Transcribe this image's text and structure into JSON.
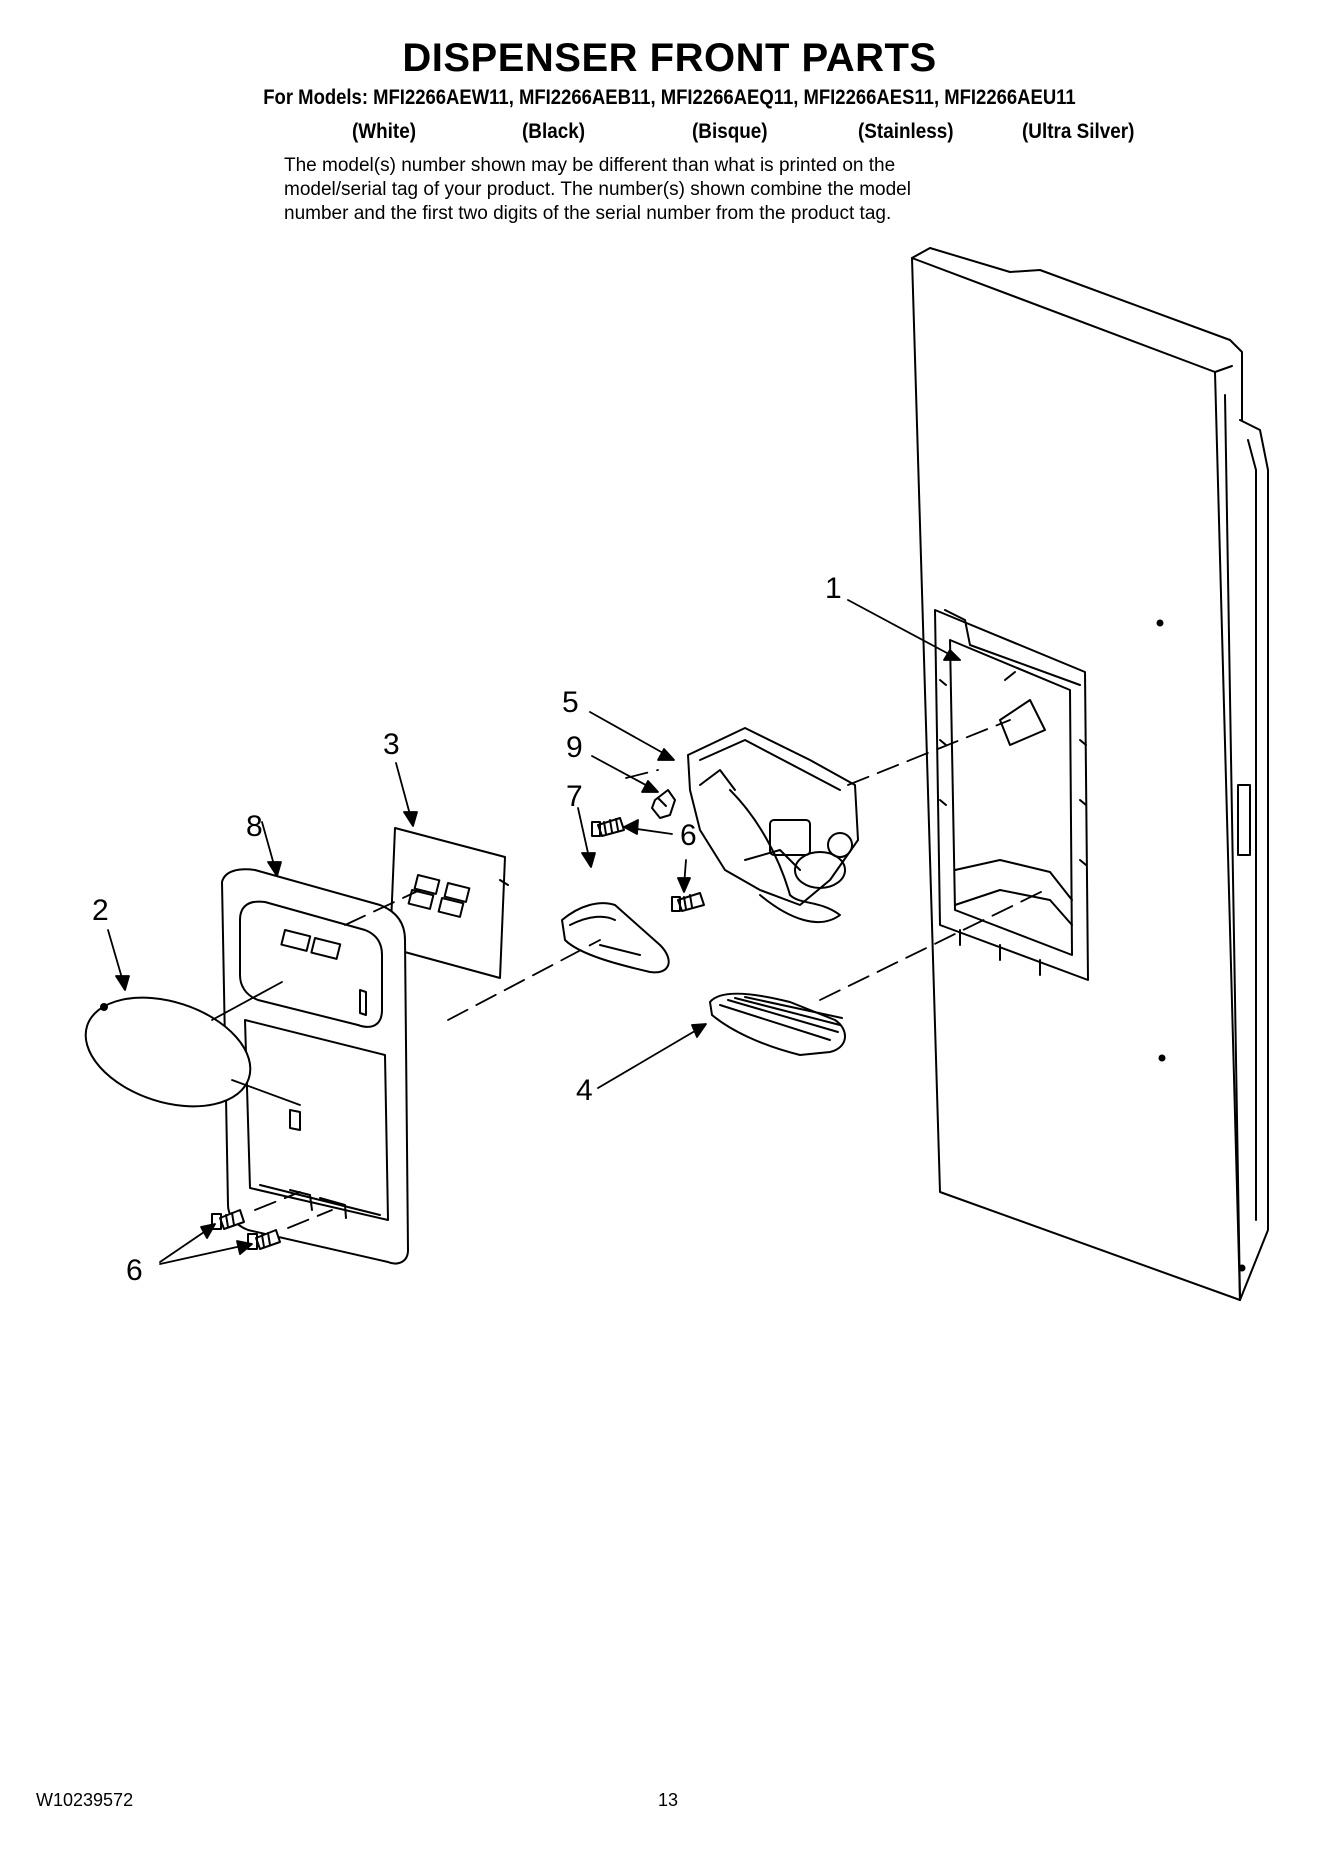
{
  "title": "DISPENSER FRONT PARTS",
  "models_line": "For Models: MFI2266AEW11, MFI2266AEB11, MFI2266AEQ11, MFI2266AES11, MFI2266AEU11",
  "colors": [
    "(White)",
    "(Black)",
    "(Bisque)",
    "(Stainless)",
    "(Ultra Silver)"
  ],
  "note_lines": [
    "The model(s) number shown may be different than what is printed on the",
    "model/serial tag of your product. The number(s) shown combine the model",
    "number and the first two digits of the serial number from the product tag."
  ],
  "callouts": {
    "c1": "1",
    "c2": "2",
    "c3": "3",
    "c4": "4",
    "c5": "5",
    "c6a": "6",
    "c6b": "6",
    "c7": "7",
    "c8": "8",
    "c9": "9"
  },
  "footer": {
    "doc_number": "W10239572",
    "page_number": "13"
  }
}
